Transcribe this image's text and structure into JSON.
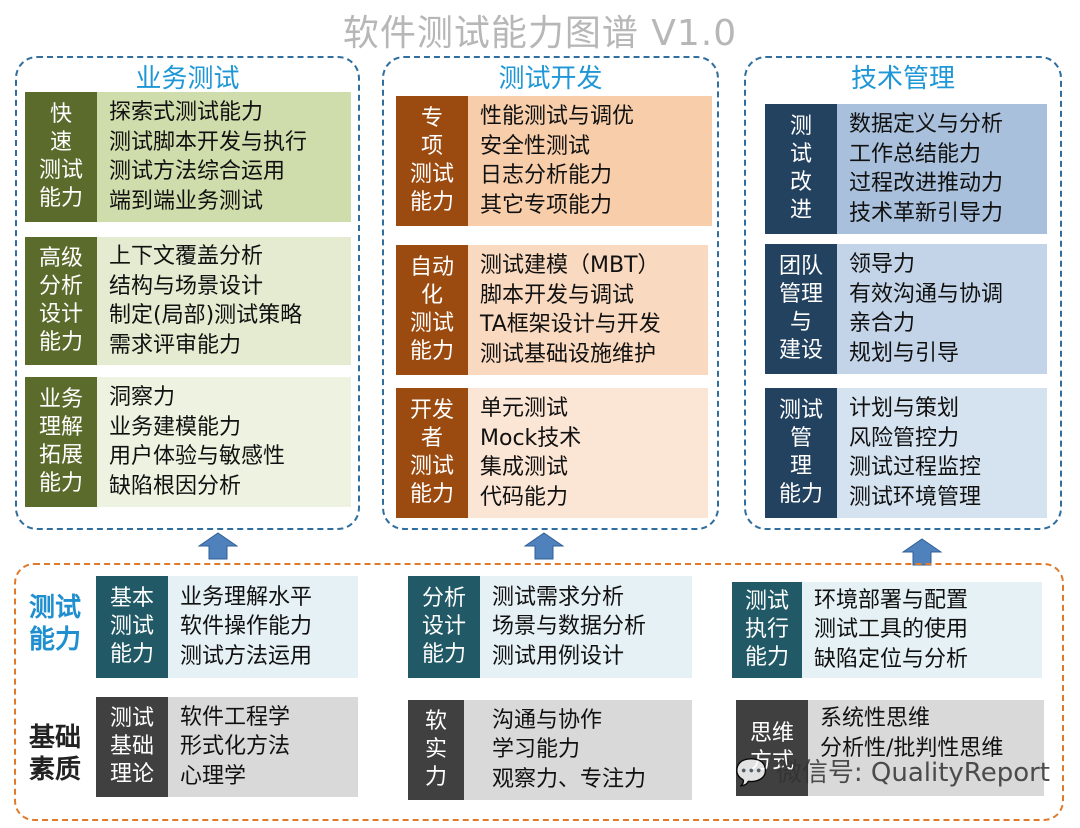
{
  "title": "软件测试能力图谱 V1.0",
  "colors": {
    "green_dark": "#5a6b2c",
    "green_light": "#cfdcab",
    "green_pale": "#eef3e1",
    "orange_dark": "#9b4b10",
    "orange_light": "#f7cdaa",
    "orange_pale": "#fbe5d4",
    "navy": "#23425f",
    "blue_light": "#a9c0dd",
    "blue_pale": "#d5e2f0",
    "teal": "#215966",
    "teal_pale": "#e6f1f6",
    "grey_dark": "#404040",
    "grey_light": "#d9d9d9",
    "panel_border": "#2f6e9e",
    "bottom_border": "#e07a2a",
    "arrow": "#4f81bd"
  },
  "panels": [
    {
      "title": "业务测试",
      "blocks": [
        {
          "label": [
            "快",
            "速",
            "测试",
            "能力"
          ],
          "items": [
            "探索式测试能力",
            "测试脚本开发与执行",
            "测试方法综合运用",
            "端到端业务测试"
          ]
        },
        {
          "label": [
            "高级",
            "分析",
            "设计",
            "能力"
          ],
          "items": [
            "上下文覆盖分析",
            "结构与场景设计",
            "制定(局部)测试策略",
            "需求评审能力"
          ]
        },
        {
          "label": [
            "业务",
            "理解",
            "拓展",
            "能力"
          ],
          "items": [
            "洞察力",
            "业务建模能力",
            "用户体验与敏感性",
            "缺陷根因分析"
          ]
        }
      ]
    },
    {
      "title": "测试开发",
      "blocks": [
        {
          "label": [
            "专",
            "项",
            "测试",
            "能力"
          ],
          "items": [
            "性能测试与调优",
            "安全性测试",
            "日志分析能力",
            "其它专项能力"
          ]
        },
        {
          "label": [
            "自动",
            "化",
            "测试",
            "能力"
          ],
          "items": [
            "测试建模（MBT）",
            "脚本开发与调试",
            "TA框架设计与开发",
            "测试基础设施维护"
          ]
        },
        {
          "label": [
            "开发",
            "者",
            "测试",
            "能力"
          ],
          "items": [
            "单元测试",
            "Mock技术",
            "集成测试",
            "代码能力"
          ]
        }
      ]
    },
    {
      "title": "技术管理",
      "blocks": [
        {
          "label": [
            "测",
            "试",
            "改",
            "进"
          ],
          "items": [
            "数据定义与分析",
            "工作总结能力",
            "过程改进推动力",
            "技术革新引导力"
          ]
        },
        {
          "label": [
            "团队",
            "管理",
            "与",
            "建设"
          ],
          "items": [
            "领导力",
            "有效沟通与协调",
            "亲合力",
            "规划与引导"
          ]
        },
        {
          "label": [
            "测试",
            "管",
            "理",
            "能力"
          ],
          "items": [
            "计划与策划",
            "风险管控力",
            "测试过程监控",
            "测试环境管理"
          ]
        }
      ]
    }
  ],
  "bottom": {
    "rows": [
      {
        "label": [
          "测试",
          "能力"
        ],
        "blocks": [
          {
            "label": [
              "基本",
              "测试",
              "能力"
            ],
            "items": [
              "业务理解水平",
              "软件操作能力",
              "测试方法运用"
            ]
          },
          {
            "label": [
              "分析",
              "设计",
              "能力"
            ],
            "items": [
              "测试需求分析",
              "场景与数据分析",
              "测试用例设计"
            ]
          },
          {
            "label": [
              "测试",
              "执行",
              "能力"
            ],
            "items": [
              "环境部署与配置",
              "测试工具的使用",
              "缺陷定位与分析"
            ]
          }
        ]
      },
      {
        "label": [
          "基础",
          "素质"
        ],
        "blocks": [
          {
            "label": [
              "测试",
              "基础",
              "理论"
            ],
            "items": [
              "软件工程学",
              "形式化方法",
              "心理学"
            ]
          },
          {
            "label": [
              "软",
              "实",
              "力"
            ],
            "items": [
              "沟通与协作",
              "学习能力",
              "观察力、专注力"
            ]
          },
          {
            "label": [
              "思维",
              "方式"
            ],
            "items": [
              "系统性思维",
              "分析性/批判性思维"
            ]
          }
        ]
      }
    ]
  },
  "watermark": "微信号: QualityReport"
}
